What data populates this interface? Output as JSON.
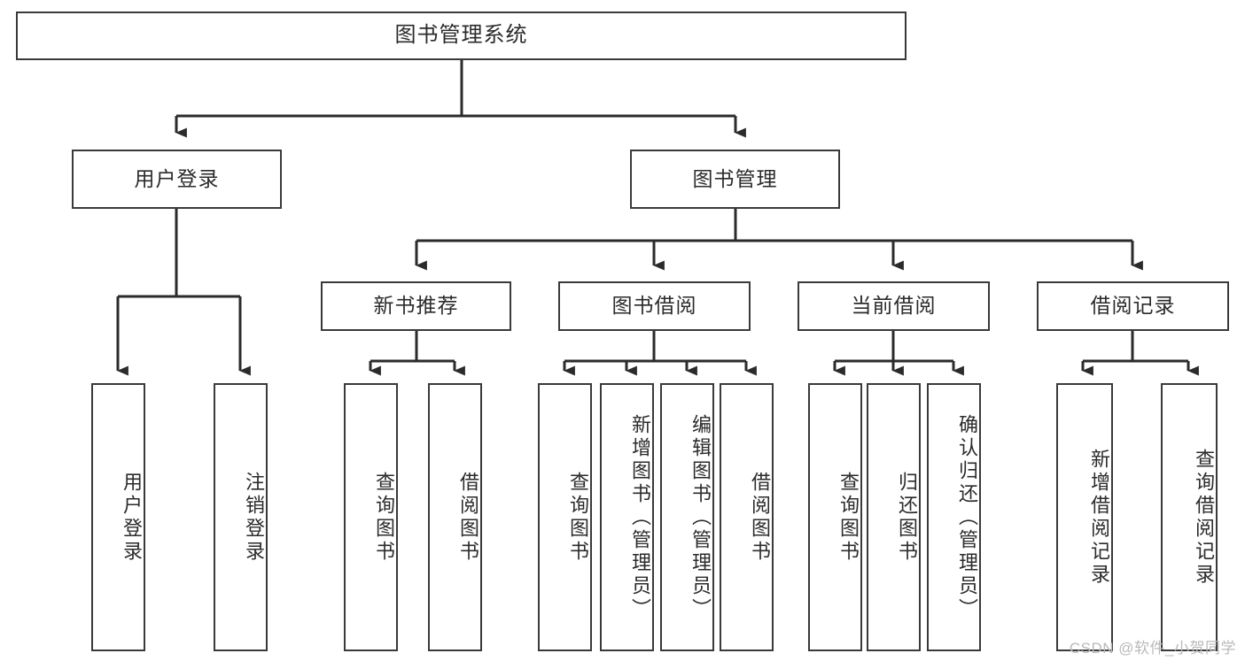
{
  "diagram": {
    "title": "图书管理系统",
    "type": "tree-hierarchy",
    "watermark": "CSDN @软件_小贺同学",
    "colors": {
      "box_border": "#3a3a3a",
      "box_fill": "#ffffff",
      "connector": "#2b2b2b",
      "text": "#2b2b2b",
      "watermark": "#b9b9b9"
    },
    "levels": {
      "root": {
        "label": "图书管理系统"
      },
      "level2": [
        {
          "id": "user-login",
          "label": "用户登录"
        },
        {
          "id": "book-manage",
          "label": "图书管理"
        }
      ],
      "level3": [
        {
          "id": "new-book-rec",
          "label": "新书推荐",
          "parent": "book-manage"
        },
        {
          "id": "book-borrow",
          "label": "图书借阅",
          "parent": "book-manage"
        },
        {
          "id": "current-borrow",
          "label": "当前借阅",
          "parent": "book-manage"
        },
        {
          "id": "borrow-record",
          "label": "借阅记录",
          "parent": "book-manage"
        }
      ],
      "leaves": [
        {
          "id": "leaf-1",
          "label": "用户登录",
          "parent": "user-login"
        },
        {
          "id": "leaf-2",
          "label": "注销登录",
          "parent": "user-login"
        },
        {
          "id": "leaf-3",
          "label": "查询图书",
          "parent": "new-book-rec"
        },
        {
          "id": "leaf-4",
          "label": "借阅图书",
          "parent": "new-book-rec"
        },
        {
          "id": "leaf-5",
          "label": "查询图书",
          "parent": "book-borrow"
        },
        {
          "id": "leaf-6",
          "label": "新增图书（管理员）",
          "parent": "book-borrow"
        },
        {
          "id": "leaf-7",
          "label": "编辑图书（管理员）",
          "parent": "book-borrow"
        },
        {
          "id": "leaf-8",
          "label": "借阅图书",
          "parent": "book-borrow"
        },
        {
          "id": "leaf-9",
          "label": "查询图书",
          "parent": "current-borrow"
        },
        {
          "id": "leaf-10",
          "label": "归还图书",
          "parent": "current-borrow"
        },
        {
          "id": "leaf-11",
          "label": "确认归还（管理员）",
          "parent": "current-borrow"
        },
        {
          "id": "leaf-12",
          "label": "新增借阅记录",
          "parent": "borrow-record"
        },
        {
          "id": "leaf-13",
          "label": "查询借阅记录",
          "parent": "borrow-record"
        }
      ]
    }
  }
}
